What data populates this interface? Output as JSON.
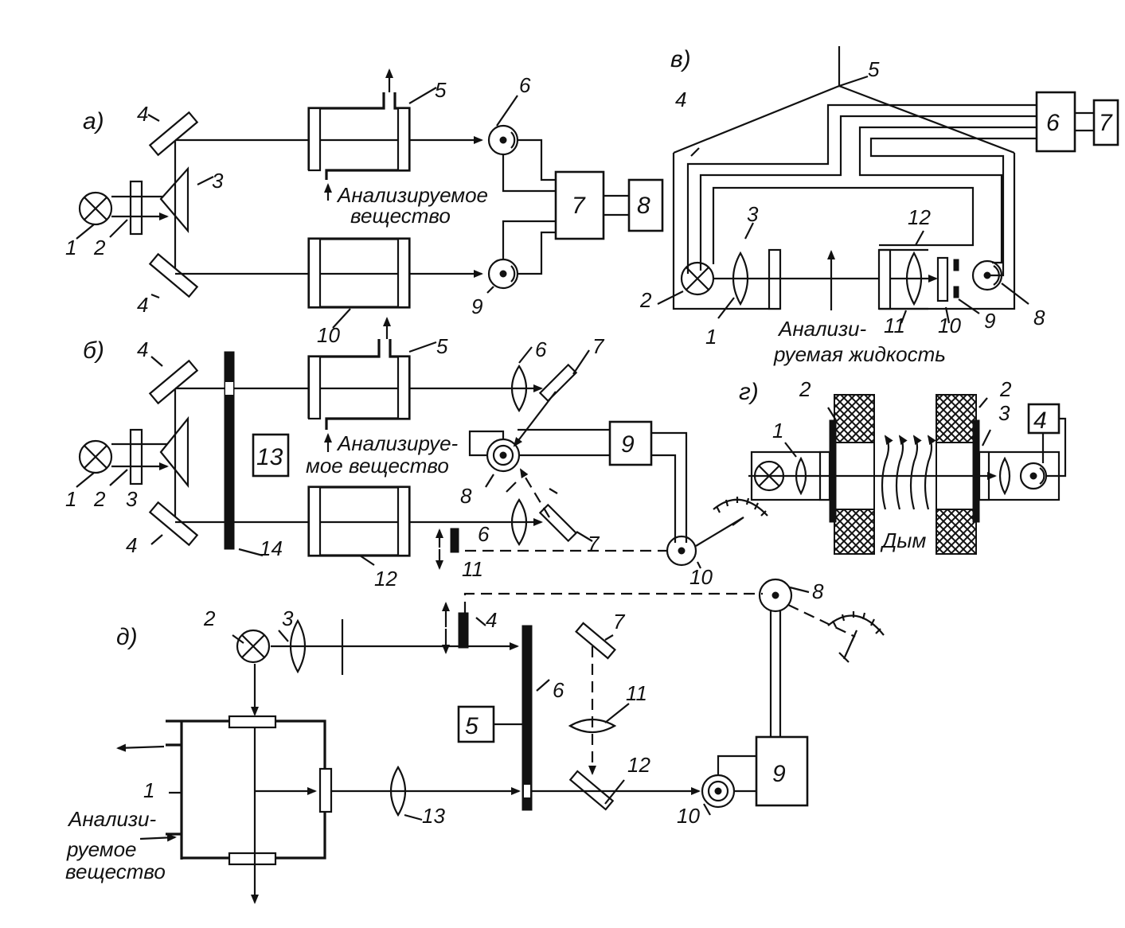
{
  "panels": {
    "a": {
      "letter": "а)",
      "numbers": [
        "1",
        "2",
        "3",
        "4",
        "4",
        "5",
        "6",
        "7",
        "8",
        "9",
        "10"
      ],
      "text_line1": "Анализируемое",
      "text_line2": "вещество"
    },
    "b": {
      "letter": "б)",
      "numbers": [
        "1",
        "2",
        "3",
        "4",
        "4",
        "5",
        "6",
        "6",
        "7",
        "7",
        "8",
        "9",
        "10",
        "11",
        "12",
        "13",
        "14"
      ],
      "text_line1": "Анализируе-",
      "text_line2": "мое вещество"
    },
    "v": {
      "letter": "в)",
      "numbers": [
        "1",
        "2",
        "3",
        "4",
        "5",
        "6",
        "7",
        "8",
        "9",
        "10",
        "11",
        "12"
      ],
      "text_line1": "Анализи-",
      "text_line2": "руемая жидкость"
    },
    "g": {
      "letter": "г)",
      "numbers": [
        "1",
        "2",
        "2",
        "3",
        "4"
      ],
      "text": "Дым"
    },
    "d": {
      "letter": "д)",
      "numbers": [
        "1",
        "2",
        "3",
        "4",
        "5",
        "6",
        "7",
        "8",
        "9",
        "10",
        "11",
        "12",
        "13"
      ],
      "text_line1": "Анализи-",
      "text_line2": "руемое",
      "text_line3": "вещество"
    }
  }
}
